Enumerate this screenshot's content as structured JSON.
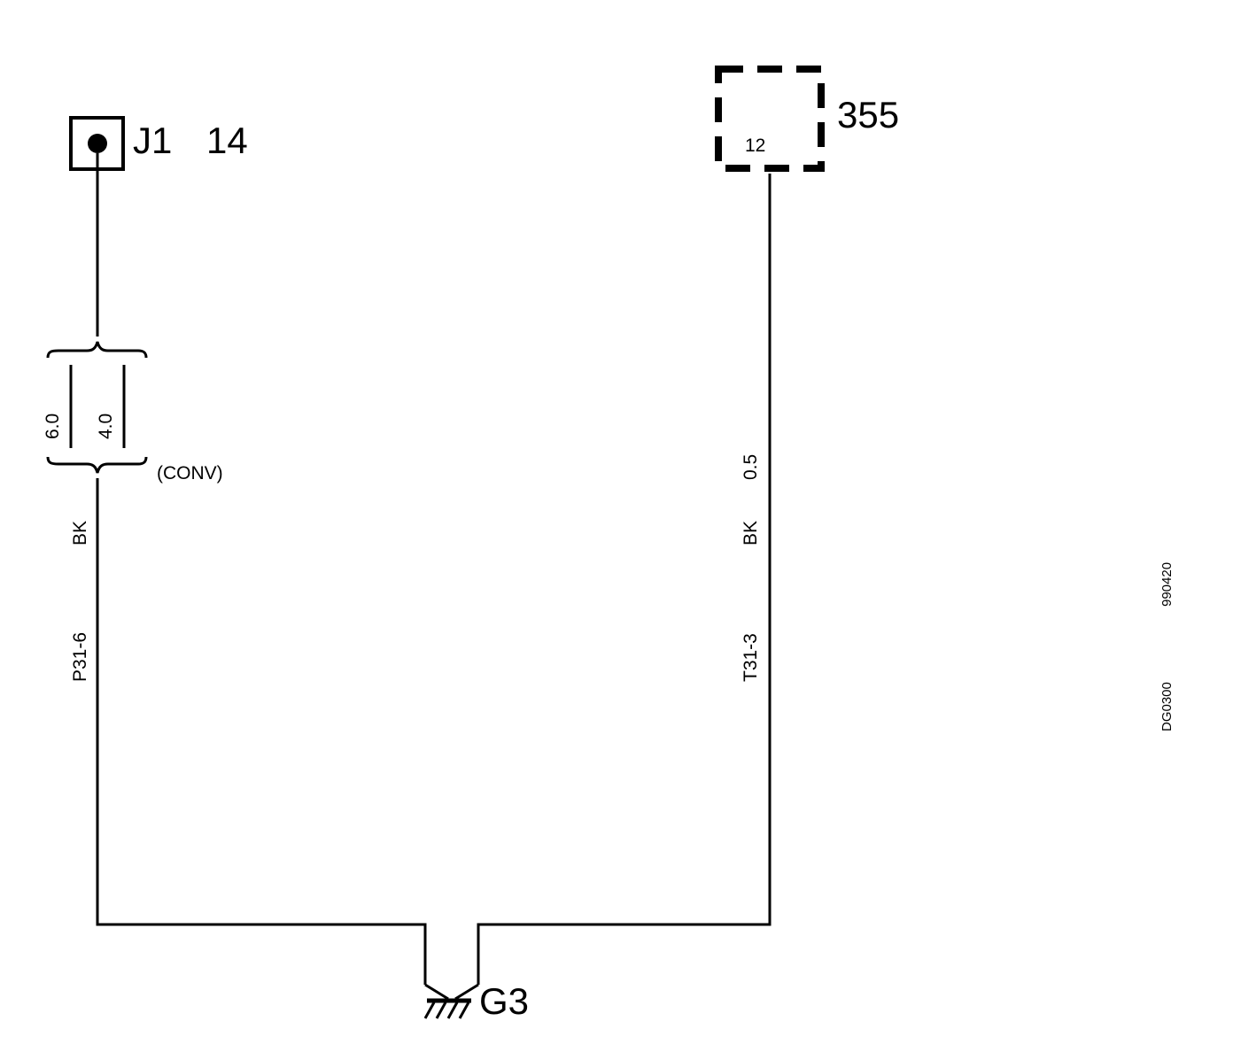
{
  "connector_j1": {
    "name": "J1",
    "pin": "14"
  },
  "component_355": {
    "name": "355",
    "pin": "12"
  },
  "ground": {
    "name": "G3"
  },
  "left_wire": {
    "sizes": [
      "6.0",
      "4.0"
    ],
    "variant_note": "(CONV)",
    "color": "BK",
    "circuit": "P31-6"
  },
  "right_wire": {
    "size": "0.5",
    "color": "BK",
    "circuit": "T31-3"
  },
  "margin_codes": {
    "date_code": "990420",
    "drawing_code": "DG0300"
  },
  "colors": {
    "ink": "#000000",
    "paper": "#ffffff"
  }
}
